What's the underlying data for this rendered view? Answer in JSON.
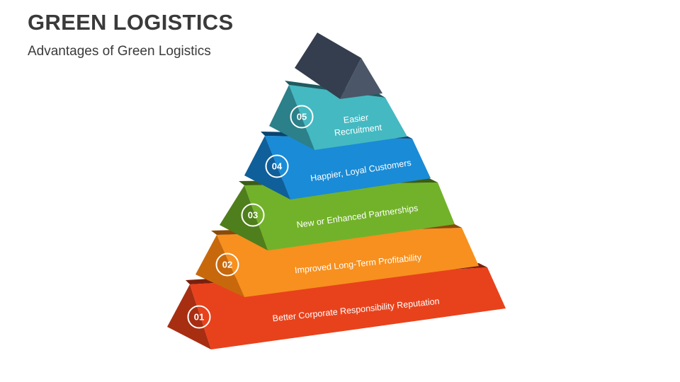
{
  "header": {
    "title": "GREEN LOGISTICS",
    "subtitle": "Advantages of Green Logistics"
  },
  "pyramid": {
    "levels": [
      {
        "number": "01",
        "label": "Better Corporate Responsibility Reputation",
        "color": "#e8421c"
      },
      {
        "number": "02",
        "label": "Improved Long-Term Profitability",
        "color": "#f7901e"
      },
      {
        "number": "03",
        "label": "New or Enhanced Partnerships",
        "color": "#72b22a"
      },
      {
        "number": "04",
        "label": "Happier, Loyal Customers",
        "color": "#1a8bd6"
      },
      {
        "number": "05",
        "label_line1": "Easier",
        "label_line2": "Recruitment",
        "color": "#44b9c1"
      }
    ],
    "apex_color": "#343e4e"
  }
}
